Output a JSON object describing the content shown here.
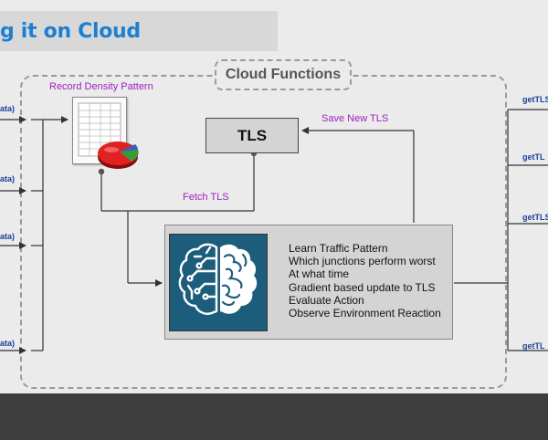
{
  "header": {
    "title": "g it on Cloud"
  },
  "cloud": {
    "label": "Cloud Functions"
  },
  "tls": {
    "label": "TLS"
  },
  "labels": {
    "record": "Record Density Pattern",
    "save": "Save New TLS",
    "fetch": "Fetch TLS"
  },
  "features": [
    "Learn Traffic Pattern",
    "Which junctions perform worst",
    "At what time",
    "Gradient based update to TLS",
    "Evaluate Action",
    "Observe Environment Reaction"
  ],
  "left_inputs": [
    "ata)",
    "ata)",
    "ata)",
    "ata)"
  ],
  "right_outputs": [
    "getTLS",
    "getTL",
    "getTLS",
    "getTL"
  ],
  "icons": {
    "spreadsheet": "spreadsheet-icon",
    "pie": "pie-chart-icon",
    "brain": "brain-icon"
  },
  "colors": {
    "title": "#1e7fd0",
    "label_purple": "#a020c0",
    "side_blue": "#1a3fa0",
    "brain_bg": "#1d5d7c"
  }
}
